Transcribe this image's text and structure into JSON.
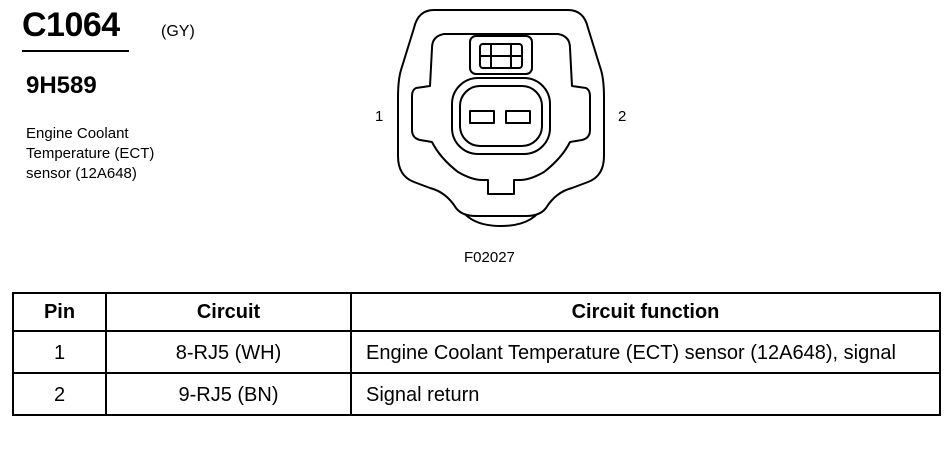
{
  "header": {
    "connector_id": "C1064",
    "connector_color": "(GY)",
    "part_number": "9H589",
    "description_lines": [
      "Engine Coolant",
      "Temperature (ECT)",
      "sensor (12A648)"
    ]
  },
  "diagram": {
    "pin_labels": [
      "1",
      "2"
    ],
    "figure_code": "F02027"
  },
  "table": {
    "headers": [
      "Pin",
      "Circuit",
      "Circuit function"
    ],
    "rows": [
      {
        "pin": "1",
        "circuit": "8-RJ5 (WH)",
        "function": "Engine Coolant Temperature (ECT) sensor (12A648), signal"
      },
      {
        "pin": "2",
        "circuit": "9-RJ5 (BN)",
        "function": "Signal return"
      }
    ]
  }
}
